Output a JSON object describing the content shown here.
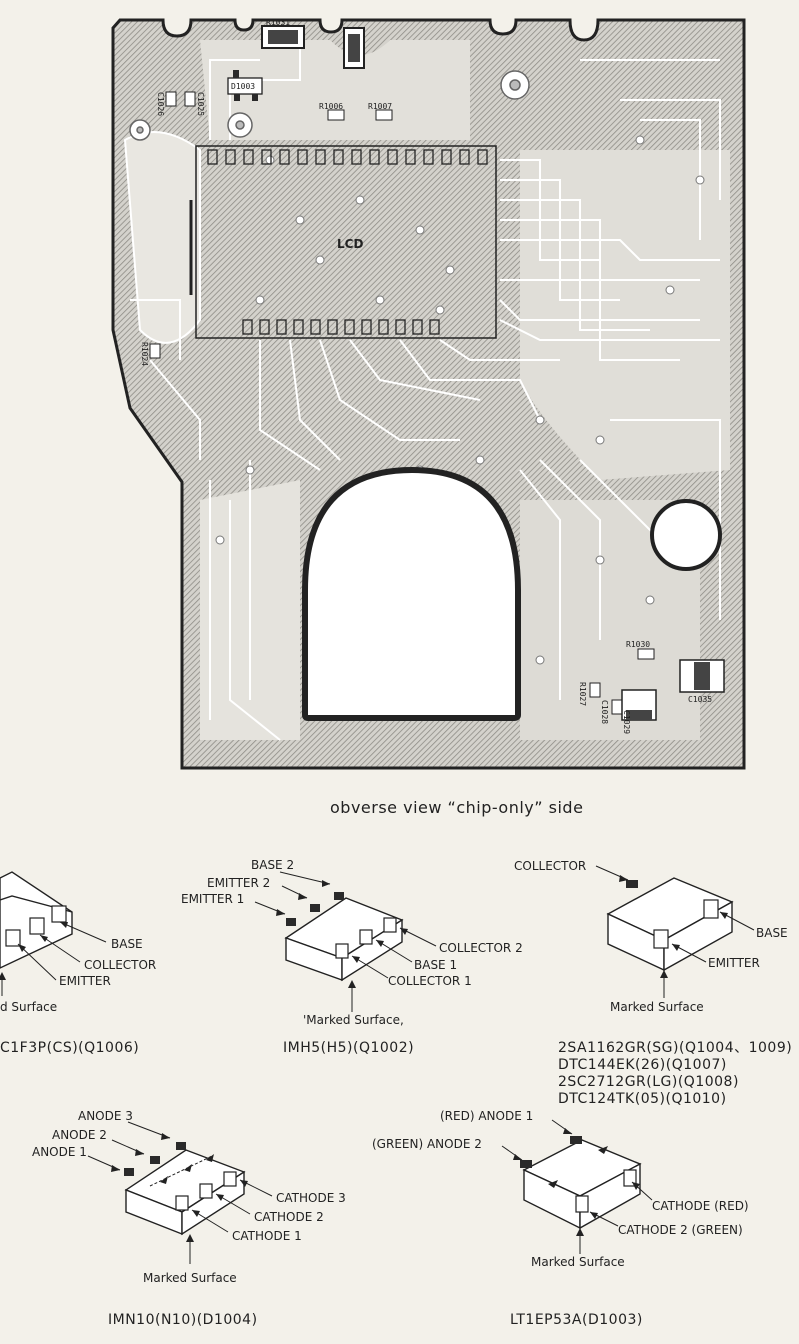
{
  "board": {
    "caption": "obverse view “chip-only” side",
    "lcd_label": "LCD",
    "refs": [
      "R1031",
      "D1003",
      "C1026",
      "C1025",
      "R1006",
      "R1007",
      "R1024",
      "R1030",
      "R1027",
      "C1028",
      "C1029",
      "C1035"
    ]
  },
  "parts": {
    "p1": {
      "labels": [
        "BASE",
        "COLLECTOR",
        "EMITTER",
        "d Surface"
      ],
      "part_no": "C1F3P(CS)(Q1006)"
    },
    "p2": {
      "labels": [
        "BASE 2",
        "EMITTER 2",
        "EMITTER 1",
        "COLLECTOR 2",
        "BASE 1",
        "COLLECTOR 1",
        "'Marked Surface,"
      ],
      "part_no": "IMH5(H5)(Q1002)"
    },
    "p3": {
      "labels": [
        "COLLECTOR",
        "BASE",
        "EMITTER",
        "Marked Surface"
      ],
      "part_no": [
        "2SA1162GR(SG)(Q1004、1009)",
        "DTC144EK(26)(Q1007)",
        "2SC2712GR(LG)(Q1008)",
        "DTC124TK(05)(Q1010)"
      ]
    },
    "p4": {
      "labels": [
        "ANODE 3",
        "ANODE 2",
        "ANODE 1",
        "CATHODE 3",
        "CATHODE 2",
        "CATHODE 1",
        "Marked Surface"
      ],
      "part_no": "IMN10(N10)(D1004)"
    },
    "p5": {
      "labels": [
        "(RED) ANODE 1",
        "(GREEN) ANODE 2",
        "CATHODE (RED)",
        "CATHODE 2 (GREEN)",
        "Marked Surface"
      ],
      "part_no": "LT1EP53A(D1003)"
    }
  }
}
